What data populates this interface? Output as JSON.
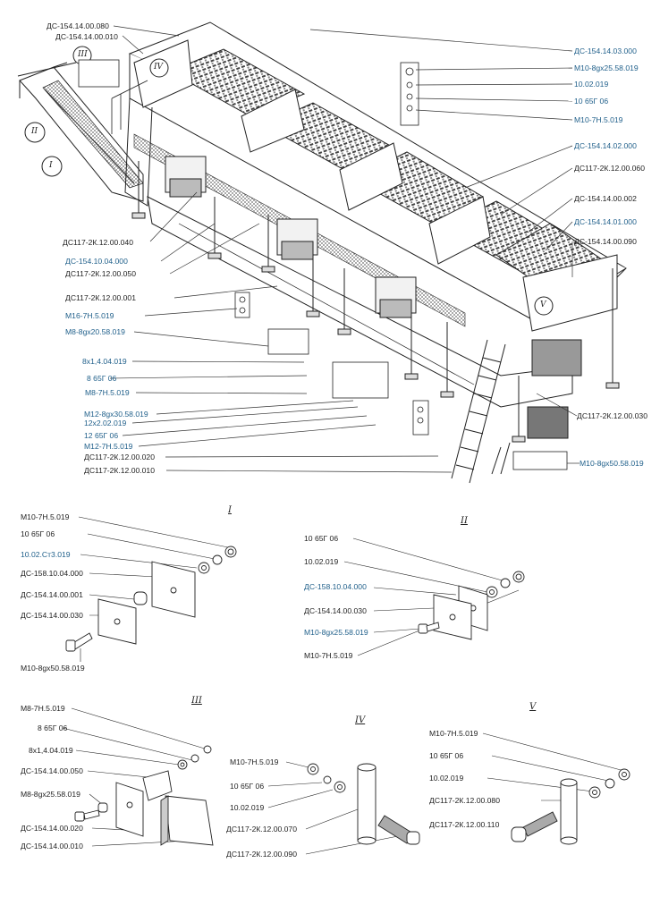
{
  "main_labels_left": [
    "ДС-154.14.00.080",
    "ДС-154.14.00.010",
    "ДС117-2К.12.00.040",
    "ДС-154.10.04.000",
    "ДС117-2К.12.00.050",
    "ДС117-2К.12.00.001",
    "М16-7Н.5.019",
    "М8-8gх20.58.019",
    "8х1,4.04.019",
    "8 65Г 06",
    "М8-7Н.5.019",
    "М12-8gх30.58.019",
    "12х2.02.019",
    "12 65Г 06",
    "М12-7Н.5.019",
    "ДС117-2К.12.00.020",
    "ДС117-2К.12.00.010"
  ],
  "main_labels_right": [
    "ДС-154.14.03.000",
    "М10-8gх25.58.019",
    "10.02.019",
    "10 65Г 06",
    "М10-7Н.5.019",
    "ДС-154.14.02.000",
    "ДС117-2К.12.00.060",
    "ДС-154.14.00.002",
    "ДС-154.14.01.000",
    "ДС-154.14.00.090",
    "ДС117-2К.12.00.030",
    "М10-8gх50.58.019"
  ],
  "callouts": [
    "I",
    "II",
    "III",
    "IV",
    "V"
  ],
  "detail_I": {
    "title": "I",
    "labels": [
      "М10-7Н.5.019",
      "10 65Г 06",
      "10.02.Ст3.019",
      "ДС-158.10.04.000",
      "ДС-154.14.00.001",
      "ДС-154.14.00.030",
      "М10-8gх50.58.019"
    ]
  },
  "detail_II": {
    "title": "II",
    "labels": [
      "10 65Г 06",
      "10.02.019",
      "ДС-158.10.04.000",
      "ДС-154.14.00.030",
      "М10-8gх25.58.019",
      "М10-7Н.5.019"
    ]
  },
  "detail_III": {
    "title": "III",
    "labels": [
      "М8-7Н.5.019",
      "8 65Г 06",
      "8х1,4.04.019",
      "ДС-154.14.00.050",
      "М8-8gх25.58.019",
      "ДС-154.14.00.020",
      "ДС-154.14.00.010"
    ]
  },
  "detail_IV": {
    "title": "IV",
    "labels": [
      "М10-7Н.5.019",
      "10 65Г 06",
      "10.02.019",
      "ДС117-2К.12.00.070",
      "ДС117-2К.12.00.090"
    ]
  },
  "detail_V": {
    "title": "V",
    "labels": [
      "М10-7Н.5.019",
      "10 65Г 06",
      "10.02.019",
      "ДС117-2К.12.00.080",
      "ДС117-2К.12.00.110"
    ]
  }
}
